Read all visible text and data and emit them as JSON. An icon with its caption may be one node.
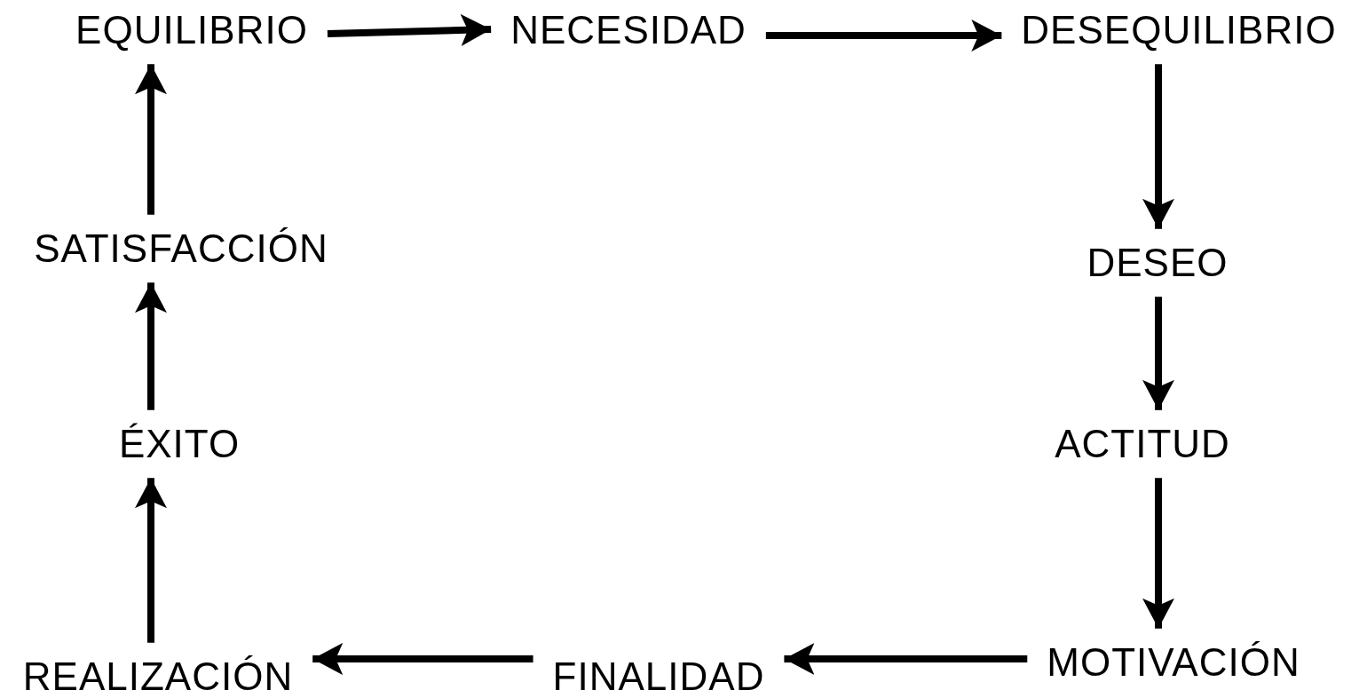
{
  "diagram": {
    "nodes": [
      {
        "text": [
          "EQUILIBRIO"
        ]
      },
      {
        "text": [
          "NECESIDAD"
        ]
      },
      {
        "text": [
          "DESEQUILIBRIO"
        ]
      },
      {
        "text": [
          "DESEO"
        ]
      },
      {
        "text": [
          "ACTITUD"
        ]
      },
      {
        "text": [
          "MOTIVACIÓN"
        ]
      },
      {
        "text": [
          "FINALIDAD"
        ]
      },
      {
        "text": [
          "REALIZACIÓN"
        ]
      },
      {
        "text": [
          "ÉXITO"
        ]
      },
      {
        "text": [
          "SATISFACCIÓN"
        ]
      }
    ],
    "edges": [
      {
        "from": 0,
        "to": 1,
        "arrow": "to"
      },
      {
        "from": 1,
        "to": 2,
        "arrow": "to"
      },
      {
        "from": 2,
        "to": 3,
        "arrow": "to"
      },
      {
        "from": 3,
        "to": 4,
        "arrow": "to"
      },
      {
        "from": 4,
        "to": 5,
        "arrow": "to"
      },
      {
        "from": 5,
        "to": 6,
        "arrow": "to"
      },
      {
        "from": 6,
        "to": 7,
        "arrow": "to"
      },
      {
        "from": 7,
        "to": 8,
        "arrow": "to"
      },
      {
        "from": 8,
        "to": 9,
        "arrow": "to"
      },
      {
        "from": 9,
        "to": 0,
        "arrow": "to"
      }
    ]
  }
}
